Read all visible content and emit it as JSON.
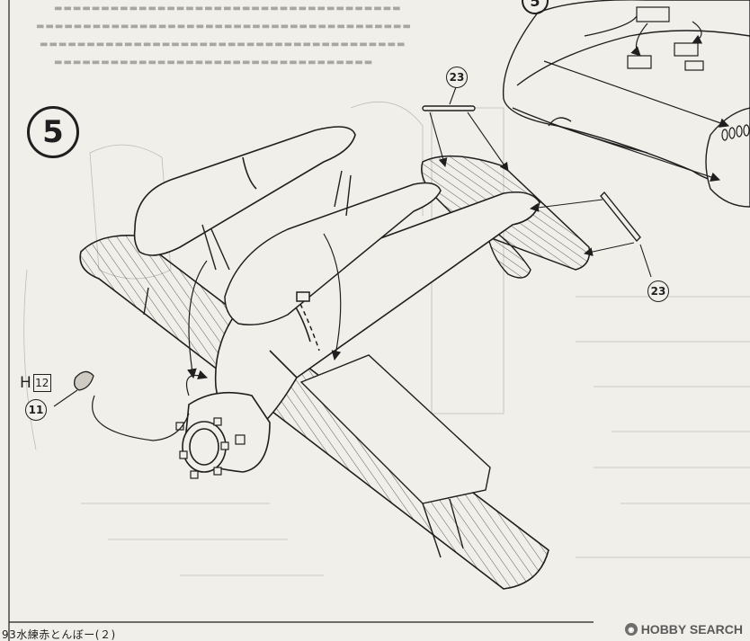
{
  "step": {
    "number": "5",
    "previous_number": "5"
  },
  "parts": {
    "part_23_top": "23",
    "part_23_right": "23",
    "part_11": "11"
  },
  "sprue": {
    "letter": "H",
    "number": "12"
  },
  "footer": {
    "title": "93水練赤とんぼー(２)"
  },
  "watermark": {
    "text": "HOBBY SEARCH"
  },
  "colors": {
    "paper": "#f1efe9",
    "ink": "#1f1f1f"
  }
}
